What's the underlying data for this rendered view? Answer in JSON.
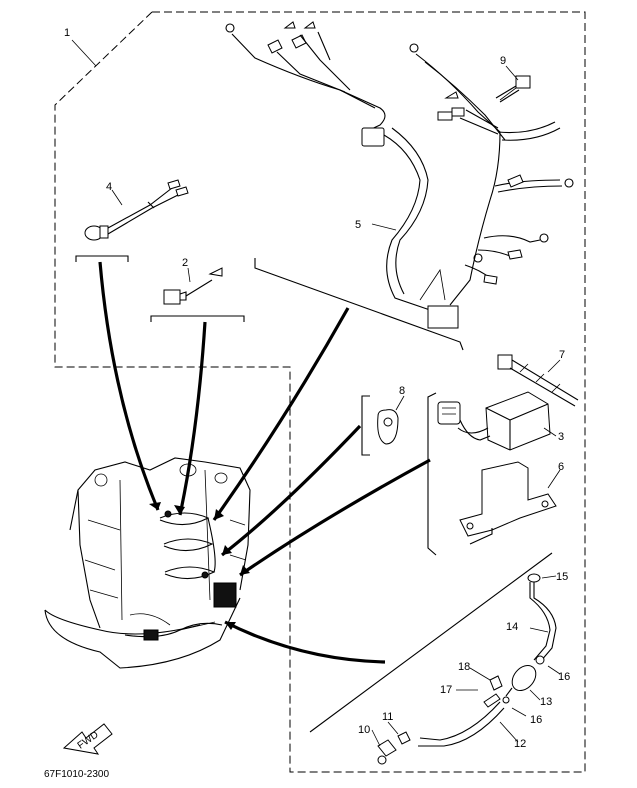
{
  "diagram": {
    "code": "67F1010-2300",
    "fwd_label": "FWD",
    "callouts": {
      "c1": "1",
      "c2": "2",
      "c3": "3",
      "c4": "4",
      "c5": "5",
      "c6": "6",
      "c7": "7",
      "c8": "8",
      "c9": "9",
      "c10": "10",
      "c11": "11",
      "c12": "12",
      "c13": "13",
      "c14": "14",
      "c15": "15",
      "c16a": "16",
      "c16b": "16",
      "c17": "17",
      "c18": "18"
    }
  }
}
